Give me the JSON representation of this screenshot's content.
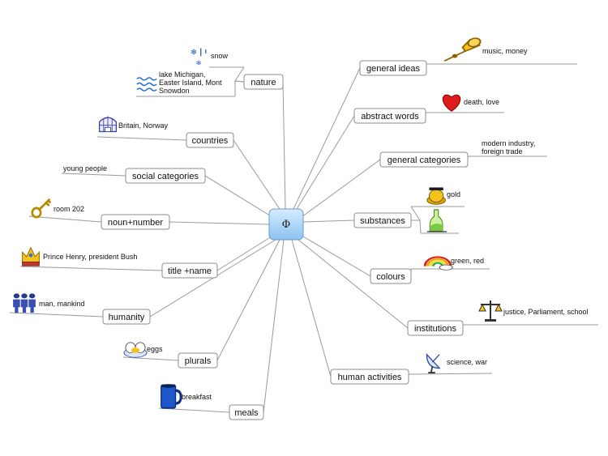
{
  "center": {
    "label": "Φ"
  },
  "topics": [
    {
      "id": "nature",
      "label": "nature",
      "leaves": [
        {
          "text": [
            "snow"
          ],
          "icon": "snowflake-icon"
        },
        {
          "text": [
            "lake Michigan,",
            "Easter Island, Mont",
            "Snowdon"
          ],
          "icon": "water-waves-icon"
        }
      ]
    },
    {
      "id": "countries",
      "label": "countries",
      "leaves": [
        {
          "text": [
            "Britain, Norway"
          ],
          "icon": "globe-icon"
        }
      ]
    },
    {
      "id": "social-categories",
      "label": "social categories",
      "leaves": [
        {
          "text": [
            "young people"
          ],
          "icon": ""
        }
      ]
    },
    {
      "id": "noun-number",
      "label": "noun+number",
      "leaves": [
        {
          "text": [
            "room 202"
          ],
          "icon": "key-icon"
        }
      ]
    },
    {
      "id": "title-name",
      "label": "title +name",
      "leaves": [
        {
          "text": [
            "Prince Henry, president Bush"
          ],
          "icon": "crown-icon"
        }
      ]
    },
    {
      "id": "humanity",
      "label": "humanity",
      "leaves": [
        {
          "text": [
            "man, mankind"
          ],
          "icon": "people-icon"
        }
      ]
    },
    {
      "id": "plurals",
      "label": "plurals",
      "leaves": [
        {
          "text": [
            "eggs"
          ],
          "icon": "eggs-icon"
        }
      ]
    },
    {
      "id": "meals",
      "label": "meals",
      "leaves": [
        {
          "text": [
            "breakfast"
          ],
          "icon": "mug-icon"
        }
      ]
    },
    {
      "id": "general-ideas",
      "label": "general ideas",
      "leaves": [
        {
          "text": [
            "music, money"
          ],
          "icon": "trumpet-icon"
        }
      ]
    },
    {
      "id": "abstract-words",
      "label": "abstract words",
      "leaves": [
        {
          "text": [
            "death, love"
          ],
          "icon": "heart-icon"
        }
      ]
    },
    {
      "id": "general-categories",
      "label": "general categories",
      "leaves": [
        {
          "text": [
            "modern industry,",
            "foreign trade"
          ],
          "icon": ""
        }
      ]
    },
    {
      "id": "substances",
      "label": "substances",
      "leaves": [
        {
          "text": [
            "gold"
          ],
          "icon": "gold-icon"
        },
        {
          "text": [],
          "icon": "bottle-icon"
        }
      ]
    },
    {
      "id": "colours",
      "label": "colours",
      "leaves": [
        {
          "text": [
            "green, red"
          ],
          "icon": "rainbow-icon"
        }
      ]
    },
    {
      "id": "institutions",
      "label": "institutions",
      "leaves": [
        {
          "text": [
            "justice, Parliament, school"
          ],
          "icon": "scales-icon"
        }
      ]
    },
    {
      "id": "human-activities",
      "label": "human activities",
      "leaves": [
        {
          "text": [
            "science, war"
          ],
          "icon": "satellite-dish-icon"
        }
      ]
    }
  ]
}
